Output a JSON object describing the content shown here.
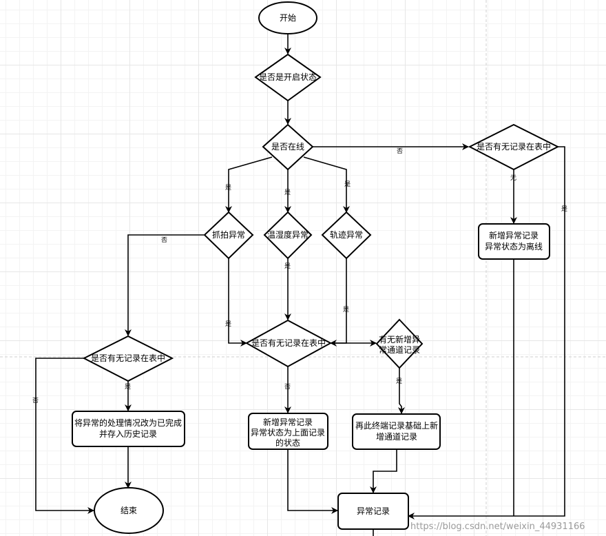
{
  "nodes": {
    "start": "开始",
    "is_enabled": "是否是开启状态",
    "is_online": "是否在线",
    "top_record_check": "是否有无记录在表中",
    "new_offline_record": [
      "新增异常记录",
      "异常状态为离线"
    ],
    "capture_abnormal": "抓拍异常",
    "temp_abnormal": "温湿度异常",
    "track_abnormal": "轨迹异常",
    "left_record_check": "是否有无记录在表中",
    "mid_record_check": "是否有无记录在表中",
    "new_channel_check": [
      "有无新增异",
      "常通道记录"
    ],
    "mark_complete": [
      "将异常的处理情况改为已完成",
      "并存入历史记录"
    ],
    "new_record_same": [
      "新增异常记录",
      "异常状态为上面记录",
      "的状态"
    ],
    "add_channel_record": [
      "再此终端记录基础上新",
      "增通道记录"
    ],
    "end": "结束",
    "abnormal_record": "异常记录"
  },
  "edge_labels": {
    "online_no": "否",
    "top_none": "无",
    "top_yes": "是",
    "branch_capture_yes": "是",
    "branch_temp_yes": "是",
    "branch_track_yes": "是",
    "capture_no": "否",
    "capture_yes": "是",
    "temp_yes": "是",
    "track_yes": "是",
    "left_yes": "是",
    "left_no": "否",
    "mid_no": "否",
    "channel_yes": "是"
  },
  "watermark": "https://blog.csdn.net/weixin_44931166"
}
